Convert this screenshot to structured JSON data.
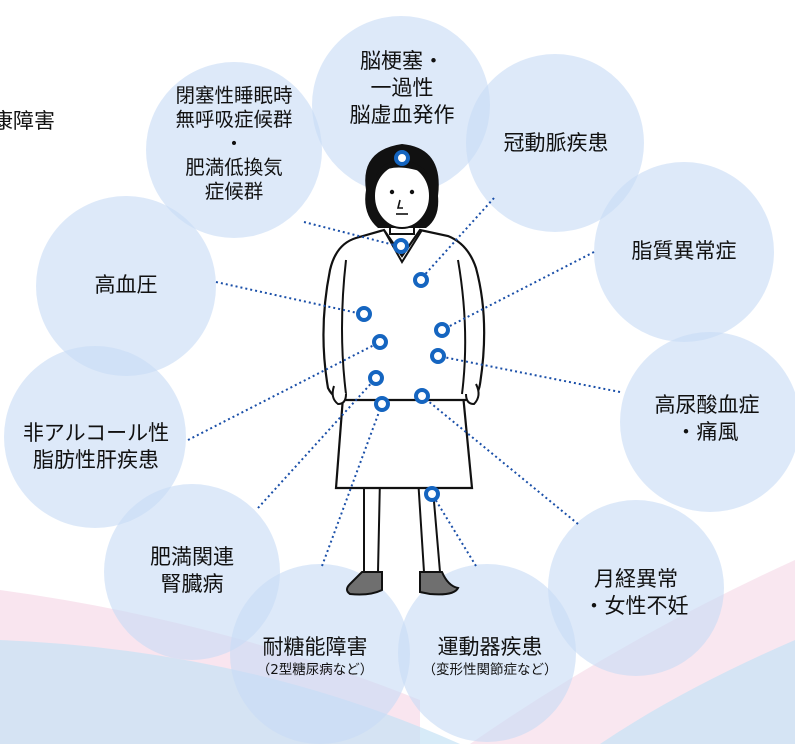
{
  "cutoff_text": "康障害",
  "conditions": {
    "stroke": {
      "line1": "脳梗塞・",
      "line2": "一過性",
      "line3": "脳虚血発作"
    },
    "apnea": {
      "line1": "閉塞性睡眠時",
      "line2": "無呼吸症候群",
      "line3": "・",
      "line4": "肥満低換気",
      "line5": "症候群"
    },
    "coronary": {
      "line1": "冠動脈疾患"
    },
    "hypertension": {
      "line1": "高血圧"
    },
    "dyslipidemia": {
      "line1": "脂質異常症"
    },
    "hyperuricemia": {
      "line1": "高尿酸血症",
      "line2": "・痛風"
    },
    "nafld": {
      "line1": "非アルコール性",
      "line2": "脂肪性肝疾患"
    },
    "kidney": {
      "line1": "肥満関連",
      "line2": "腎臓病"
    },
    "menstrual": {
      "line1": "月経異常",
      "line2": "・女性不妊"
    },
    "glucose": {
      "line1": "耐糖能障害",
      "line2": "（2型糖尿病など）"
    },
    "locomotor": {
      "line1": "運動器疾患",
      "line2": "（変形性関節症など）"
    }
  },
  "colors": {
    "bubble": "#c8dcf6",
    "marker": "#1565c0",
    "connector": "#1a4fa8",
    "ribbon_pink": "#f6d6e6",
    "ribbon_blue": "#c8e4f4"
  }
}
